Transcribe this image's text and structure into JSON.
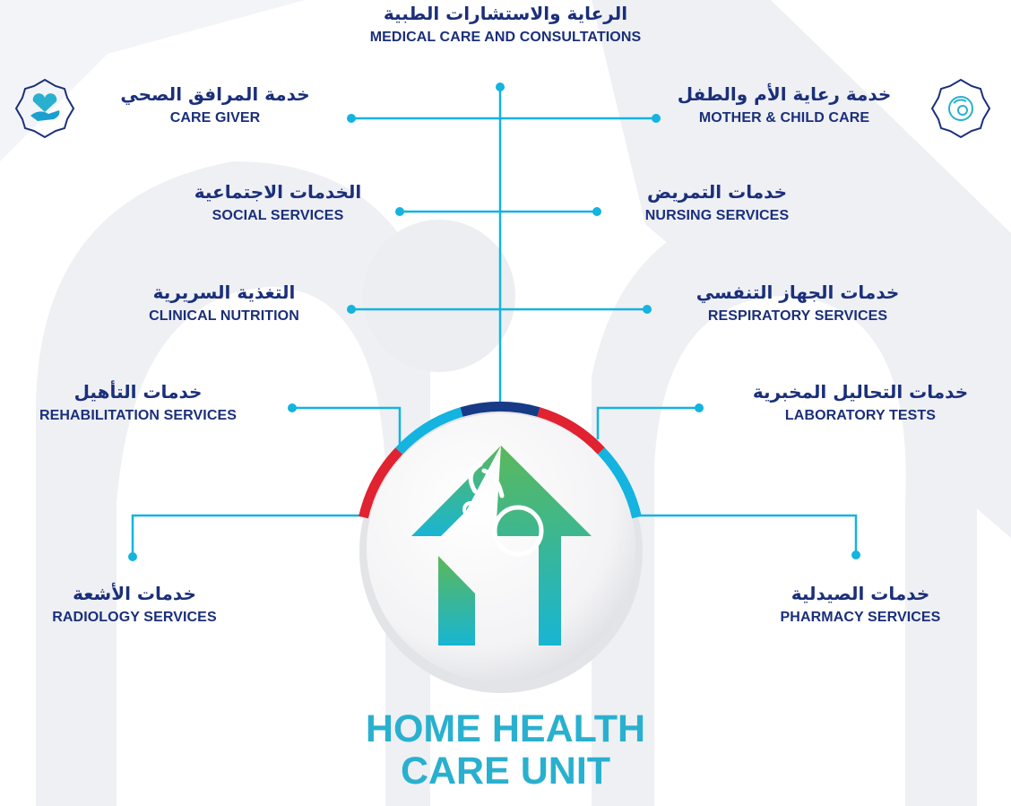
{
  "header": {
    "arabic": "الرعاية والاستشارات الطبية",
    "english": "MEDICAL CARE AND CONSULTATIONS"
  },
  "services": {
    "care_giver": {
      "arabic": "خدمة المرافق الصحي",
      "english": "CARE GIVER"
    },
    "mother_child": {
      "arabic": "خدمة رعاية الأم والطفل",
      "english": "MOTHER & CHILD CARE"
    },
    "social": {
      "arabic": "الخدمات الاجتماعية",
      "english": "SOCIAL SERVICES"
    },
    "nursing": {
      "arabic": "خدمات التمريض",
      "english": "NURSING SERVICES"
    },
    "nutrition": {
      "arabic": "التغذية السريرية",
      "english": "CLINICAL NUTRITION"
    },
    "respiratory": {
      "arabic": "خدمات الجهاز التنفسي",
      "english": "RESPIRATORY SERVICES"
    },
    "rehabilitation": {
      "arabic": "خدمات التأهيل",
      "english": "REHABILITATION SERVICES"
    },
    "laboratory": {
      "arabic": "خدمات التحاليل المخبرية",
      "english": "LABORATORY TESTS"
    },
    "radiology": {
      "arabic": "خدمات الأشعة",
      "english": "RADIOLOGY SERVICES"
    },
    "pharmacy": {
      "arabic": "خدمات الصيدلية",
      "english": "PHARMACY SERVICES"
    }
  },
  "center": {
    "title_line1": "HOME HEALTH",
    "title_line2": "CARE UNIT"
  },
  "icons": {
    "care_giver_badge": "hand-heart-icon",
    "mother_child_badge": "mother-child-icon",
    "logo": "house-stethoscope-logo"
  },
  "colors": {
    "navy": "#1b2f7a",
    "cyan": "#14b3e0",
    "red": "#e02231",
    "dark_blue": "#163a86",
    "green": "#5bb85a",
    "teal": "#1fb7c7",
    "background_shape": "#eeeff3"
  }
}
